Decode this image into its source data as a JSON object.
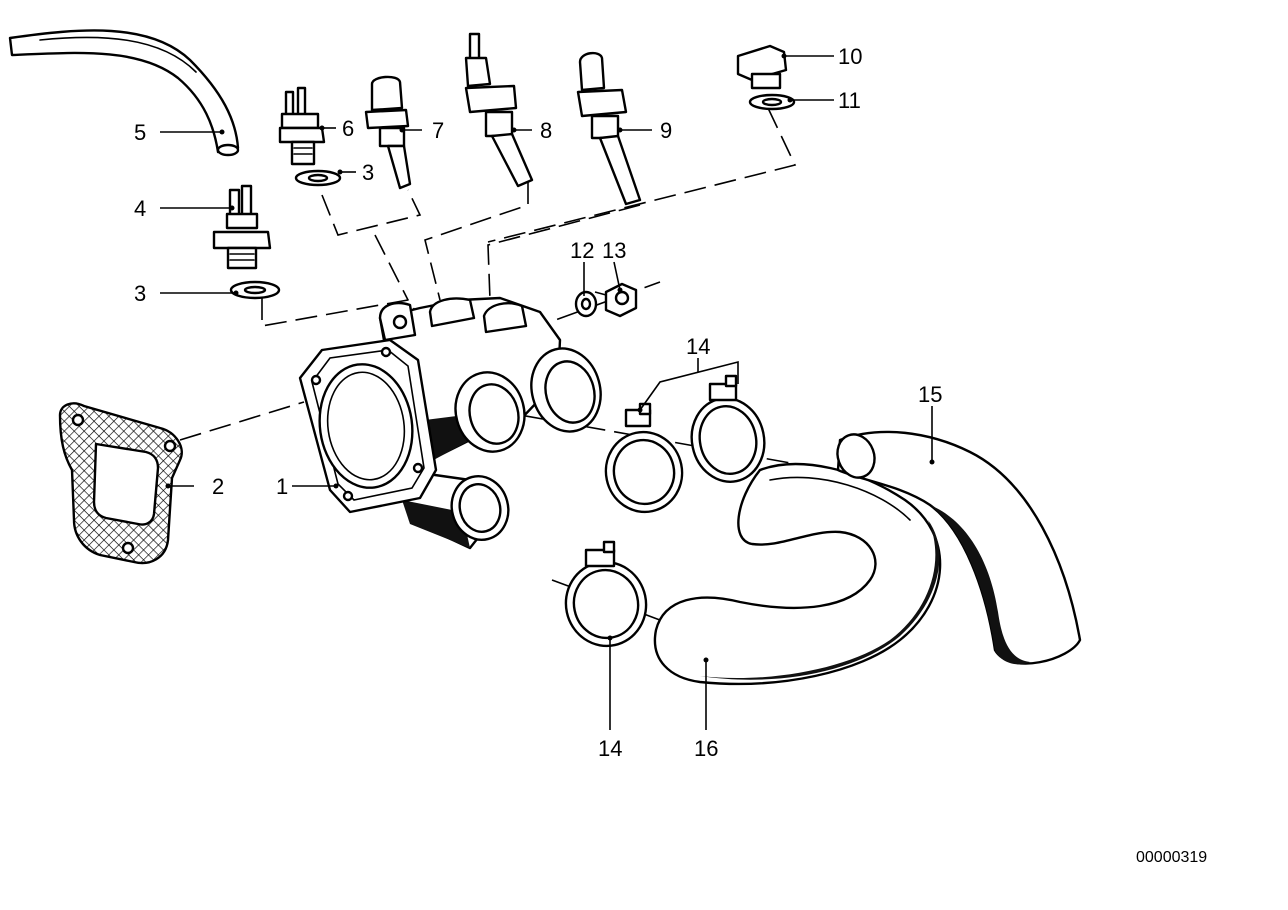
{
  "callouts": {
    "c1": "1",
    "c2": "2",
    "c3a": "3",
    "c3b": "3",
    "c4": "4",
    "c5": "5",
    "c6": "6",
    "c7": "7",
    "c8": "8",
    "c9": "9",
    "c10": "10",
    "c11": "11",
    "c12": "12",
    "c13": "13",
    "c14a": "14",
    "c14b": "14",
    "c15": "15",
    "c16": "16"
  },
  "diagram_code": "00000319"
}
